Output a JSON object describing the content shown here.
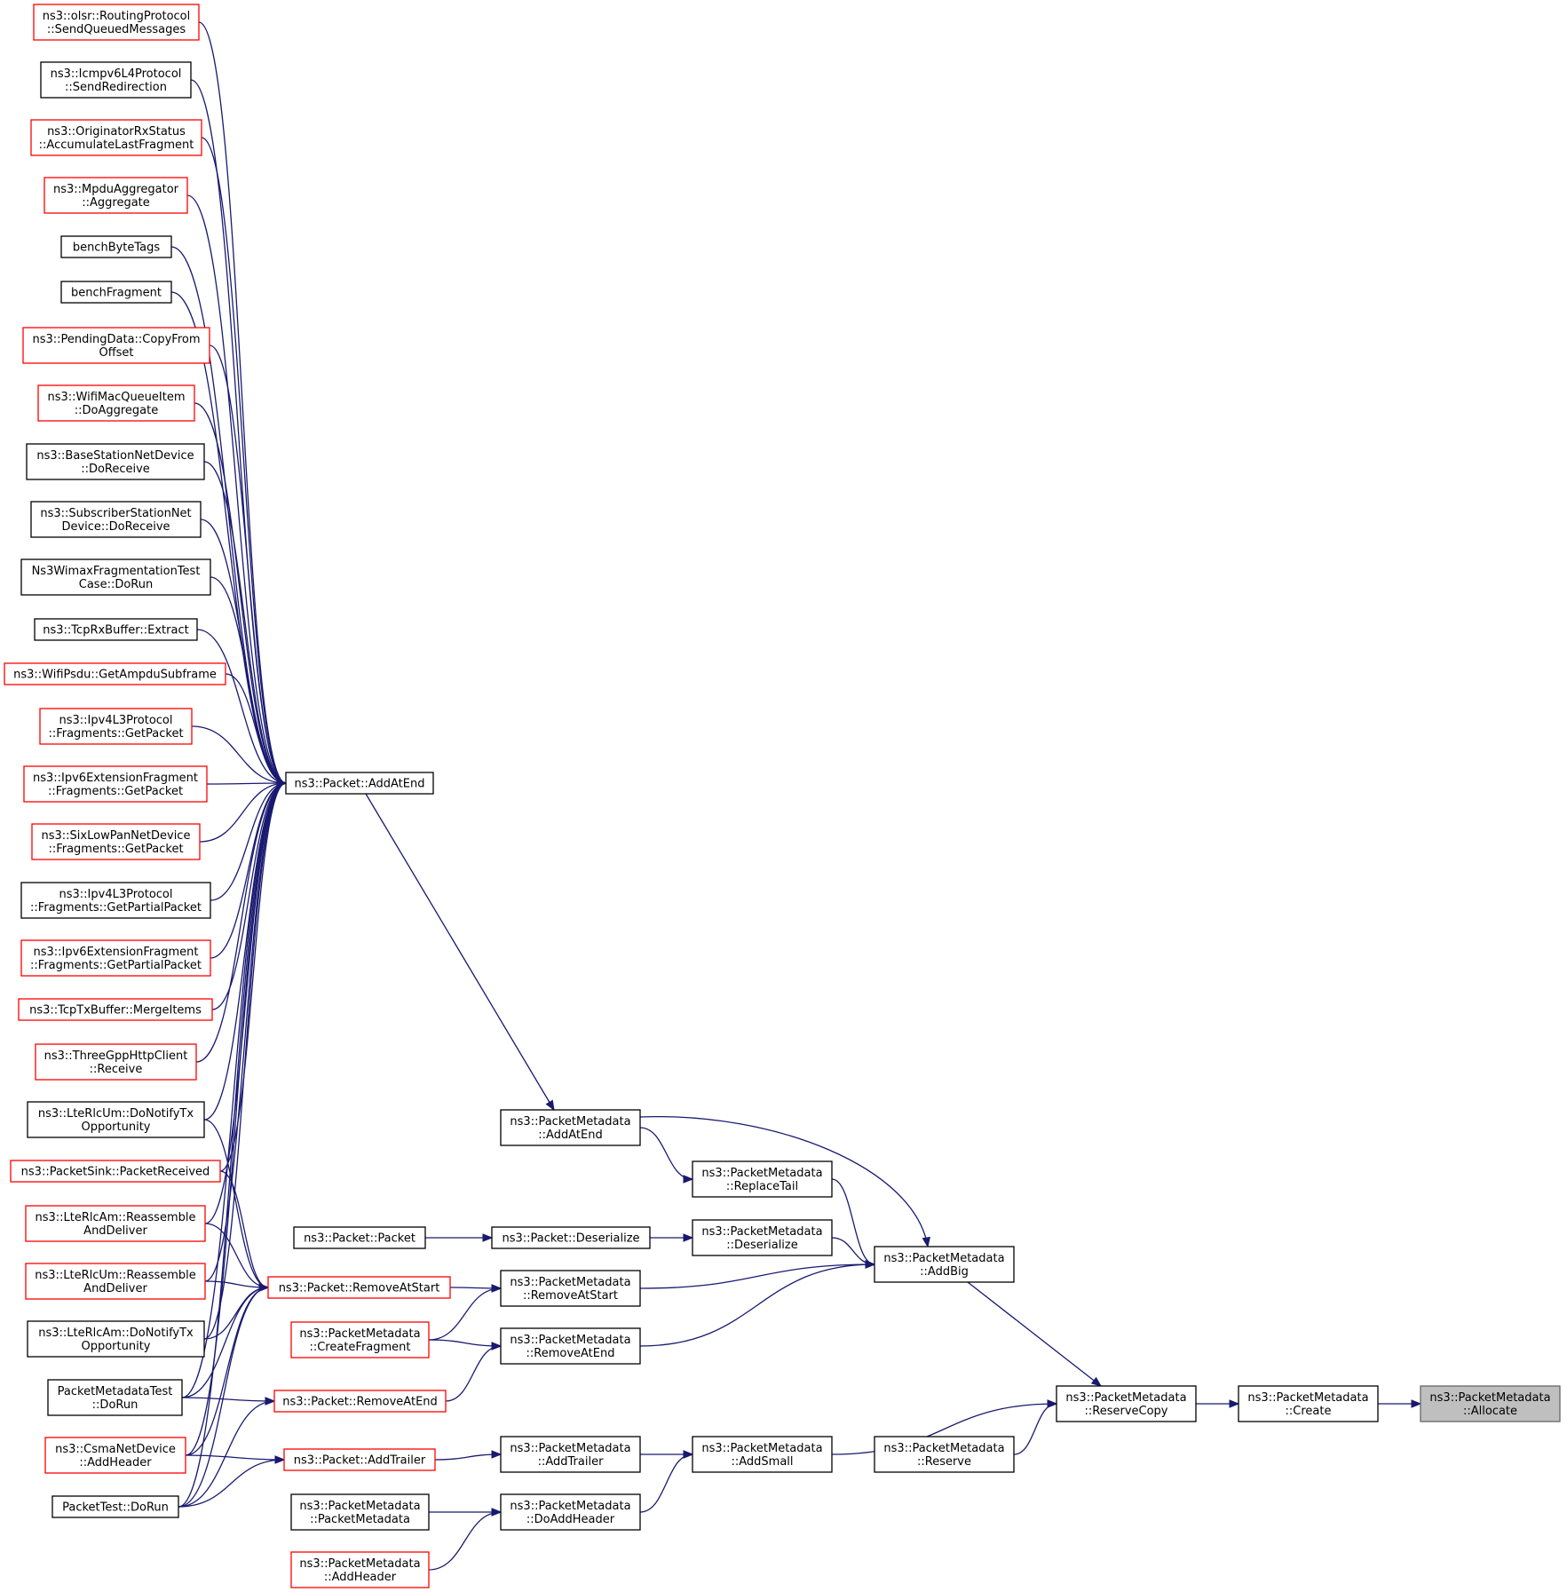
{
  "colors": {
    "edge": "#191970",
    "normal_border": "#000000",
    "truncated_border": "#ff0000",
    "focus_fill": "#bfbfbf"
  },
  "nodes": [
    {
      "id": "olsr",
      "lines": [
        "ns3::olsr::RoutingProtocol",
        "::SendQueuedMessages"
      ],
      "style": "red"
    },
    {
      "id": "icmpv6",
      "lines": [
        "ns3::Icmpv6L4Protocol",
        "::SendRedirection"
      ],
      "style": "black"
    },
    {
      "id": "origrx",
      "lines": [
        "ns3::OriginatorRxStatus",
        "::AccumulateLastFragment"
      ],
      "style": "red"
    },
    {
      "id": "mpdu",
      "lines": [
        "ns3::MpduAggregator",
        "::Aggregate"
      ],
      "style": "red"
    },
    {
      "id": "benchbyte",
      "lines": [
        "benchByteTags"
      ],
      "style": "black"
    },
    {
      "id": "benchfrag",
      "lines": [
        "benchFragment"
      ],
      "style": "black"
    },
    {
      "id": "pending",
      "lines": [
        "ns3::PendingData::CopyFrom",
        "Offset"
      ],
      "style": "red"
    },
    {
      "id": "wifimacq",
      "lines": [
        "ns3::WifiMacQueueItem",
        "::DoAggregate"
      ],
      "style": "red"
    },
    {
      "id": "basestation",
      "lines": [
        "ns3::BaseStationNetDevice",
        "::DoReceive"
      ],
      "style": "black"
    },
    {
      "id": "subscriber",
      "lines": [
        "ns3::SubscriberStationNet",
        "Device::DoReceive"
      ],
      "style": "black"
    },
    {
      "id": "wimaxtest",
      "lines": [
        "Ns3WimaxFragmentationTest",
        "Case::DoRun"
      ],
      "style": "black"
    },
    {
      "id": "tcprx",
      "lines": [
        "ns3::TcpRxBuffer::Extract"
      ],
      "style": "black"
    },
    {
      "id": "wifipsdu",
      "lines": [
        "ns3::WifiPsdu::GetAmpduSubframe"
      ],
      "style": "red"
    },
    {
      "id": "ipv4frag",
      "lines": [
        "ns3::Ipv4L3Protocol",
        "::Fragments::GetPacket"
      ],
      "style": "red"
    },
    {
      "id": "ipv6frag",
      "lines": [
        "ns3::Ipv6ExtensionFragment",
        "::Fragments::GetPacket"
      ],
      "style": "red"
    },
    {
      "id": "sixlow",
      "lines": [
        "ns3::SixLowPanNetDevice",
        "::Fragments::GetPacket"
      ],
      "style": "red"
    },
    {
      "id": "ipv4partial",
      "lines": [
        "ns3::Ipv4L3Protocol",
        "::Fragments::GetPartialPacket"
      ],
      "style": "black"
    },
    {
      "id": "ipv6partial",
      "lines": [
        "ns3::Ipv6ExtensionFragment",
        "::Fragments::GetPartialPacket"
      ],
      "style": "red"
    },
    {
      "id": "tcptx",
      "lines": [
        "ns3::TcpTxBuffer::MergeItems"
      ],
      "style": "red"
    },
    {
      "id": "threegpp",
      "lines": [
        "ns3::ThreeGppHttpClient",
        "::Receive"
      ],
      "style": "red"
    },
    {
      "id": "lteumnotify",
      "lines": [
        "ns3::LteRlcUm::DoNotifyTx",
        "Opportunity"
      ],
      "style": "black"
    },
    {
      "id": "packetsink",
      "lines": [
        "ns3::PacketSink::PacketReceived"
      ],
      "style": "red"
    },
    {
      "id": "lteamreass",
      "lines": [
        "ns3::LteRlcAm::Reassemble",
        "AndDeliver"
      ],
      "style": "red"
    },
    {
      "id": "lteumreass",
      "lines": [
        "ns3::LteRlcUm::Reassemble",
        "AndDeliver"
      ],
      "style": "red"
    },
    {
      "id": "lteamnotify",
      "lines": [
        "ns3::LteRlcAm::DoNotifyTx",
        "Opportunity"
      ],
      "style": "black"
    },
    {
      "id": "pmtest",
      "lines": [
        "PacketMetadataTest",
        "::DoRun"
      ],
      "style": "black"
    },
    {
      "id": "csma",
      "lines": [
        "ns3::CsmaNetDevice",
        "::AddHeader"
      ],
      "style": "red"
    },
    {
      "id": "packettest",
      "lines": [
        "PacketTest::DoRun"
      ],
      "style": "black"
    },
    {
      "id": "addatend",
      "lines": [
        "ns3::Packet::AddAtEnd"
      ],
      "style": "black"
    },
    {
      "id": "packetctor",
      "lines": [
        "ns3::Packet::Packet"
      ],
      "style": "black"
    },
    {
      "id": "removeatstart",
      "lines": [
        "ns3::Packet::RemoveAtStart"
      ],
      "style": "red"
    },
    {
      "id": "createfrag",
      "lines": [
        "ns3::PacketMetadata",
        "::CreateFragment"
      ],
      "style": "red"
    },
    {
      "id": "removeatend",
      "lines": [
        "ns3::Packet::RemoveAtEnd"
      ],
      "style": "red"
    },
    {
      "id": "addtrailer",
      "lines": [
        "ns3::Packet::AddTrailer"
      ],
      "style": "red"
    },
    {
      "id": "pmctor",
      "lines": [
        "ns3::PacketMetadata",
        "::PacketMetadata"
      ],
      "style": "black"
    },
    {
      "id": "pmaddheader",
      "lines": [
        "ns3::PacketMetadata",
        "::AddHeader"
      ],
      "style": "red"
    },
    {
      "id": "deserialize",
      "lines": [
        "ns3::Packet::Deserialize"
      ],
      "style": "black"
    },
    {
      "id": "pmaddatend",
      "lines": [
        "ns3::PacketMetadata",
        "::AddAtEnd"
      ],
      "style": "black"
    },
    {
      "id": "pmremovestart",
      "lines": [
        "ns3::PacketMetadata",
        "::RemoveAtStart"
      ],
      "style": "black"
    },
    {
      "id": "pmremoveend",
      "lines": [
        "ns3::PacketMetadata",
        "::RemoveAtEnd"
      ],
      "style": "black"
    },
    {
      "id": "pmaddtrailer",
      "lines": [
        "ns3::PacketMetadata",
        "::AddTrailer"
      ],
      "style": "black"
    },
    {
      "id": "pmdoaddheader",
      "lines": [
        "ns3::PacketMetadata",
        "::DoAddHeader"
      ],
      "style": "black"
    },
    {
      "id": "pmreplacetail",
      "lines": [
        "ns3::PacketMetadata",
        "::ReplaceTail"
      ],
      "style": "black"
    },
    {
      "id": "pmdeserialize",
      "lines": [
        "ns3::PacketMetadata",
        "::Deserialize"
      ],
      "style": "black"
    },
    {
      "id": "pmaddsmall",
      "lines": [
        "ns3::PacketMetadata",
        "::AddSmall"
      ],
      "style": "black"
    },
    {
      "id": "pmaddbig",
      "lines": [
        "ns3::PacketMetadata",
        "::AddBig"
      ],
      "style": "black"
    },
    {
      "id": "pmreserve",
      "lines": [
        "ns3::PacketMetadata",
        "::Reserve"
      ],
      "style": "black"
    },
    {
      "id": "pmreservecopy",
      "lines": [
        "ns3::PacketMetadata",
        "::ReserveCopy"
      ],
      "style": "black"
    },
    {
      "id": "pmcreate",
      "lines": [
        "ns3::PacketMetadata",
        "::Create"
      ],
      "style": "black"
    },
    {
      "id": "pmallocate",
      "lines": [
        "ns3::PacketMetadata",
        "::Allocate"
      ],
      "style": "focus"
    }
  ],
  "edges": [
    [
      "olsr",
      "addatend"
    ],
    [
      "icmpv6",
      "addatend"
    ],
    [
      "origrx",
      "addatend"
    ],
    [
      "mpdu",
      "addatend"
    ],
    [
      "benchbyte",
      "addatend"
    ],
    [
      "benchfrag",
      "addatend"
    ],
    [
      "pending",
      "addatend"
    ],
    [
      "wifimacq",
      "addatend"
    ],
    [
      "basestation",
      "addatend"
    ],
    [
      "subscriber",
      "addatend"
    ],
    [
      "wimaxtest",
      "addatend"
    ],
    [
      "tcprx",
      "addatend"
    ],
    [
      "wifipsdu",
      "addatend"
    ],
    [
      "ipv4frag",
      "addatend"
    ],
    [
      "ipv6frag",
      "addatend"
    ],
    [
      "sixlow",
      "addatend"
    ],
    [
      "ipv4partial",
      "addatend"
    ],
    [
      "ipv6partial",
      "addatend"
    ],
    [
      "tcptx",
      "addatend"
    ],
    [
      "threegpp",
      "addatend"
    ],
    [
      "lteumnotify",
      "addatend"
    ],
    [
      "packetsink",
      "addatend"
    ],
    [
      "lteamreass",
      "addatend"
    ],
    [
      "lteumreass",
      "addatend"
    ],
    [
      "lteamnotify",
      "addatend"
    ],
    [
      "pmtest",
      "addatend"
    ],
    [
      "csma",
      "addatend"
    ],
    [
      "packettest",
      "addatend"
    ],
    [
      "lteumnotify",
      "removeatstart"
    ],
    [
      "packetsink",
      "removeatstart"
    ],
    [
      "lteamreass",
      "removeatstart"
    ],
    [
      "lteumreass",
      "removeatstart"
    ],
    [
      "lteamnotify",
      "removeatstart"
    ],
    [
      "pmtest",
      "removeatstart"
    ],
    [
      "csma",
      "removeatstart"
    ],
    [
      "packettest",
      "removeatstart"
    ],
    [
      "pmtest",
      "removeatend"
    ],
    [
      "packettest",
      "removeatend"
    ],
    [
      "csma",
      "addtrailer"
    ],
    [
      "packettest",
      "addtrailer"
    ],
    [
      "addatend",
      "pmaddatend"
    ],
    [
      "packetctor",
      "deserialize"
    ],
    [
      "deserialize",
      "pmdeserialize"
    ],
    [
      "removeatstart",
      "pmremovestart"
    ],
    [
      "createfrag",
      "pmremovestart"
    ],
    [
      "createfrag",
      "pmremoveend"
    ],
    [
      "removeatend",
      "pmremoveend"
    ],
    [
      "addtrailer",
      "pmaddtrailer"
    ],
    [
      "pmctor",
      "pmdoaddheader"
    ],
    [
      "pmaddheader",
      "pmdoaddheader"
    ],
    [
      "pmaddatend",
      "pmreplacetail"
    ],
    [
      "pmaddatend",
      "pmaddbig"
    ],
    [
      "pmreplacetail",
      "pmaddbig"
    ],
    [
      "pmdeserialize",
      "pmaddbig"
    ],
    [
      "pmremovestart",
      "pmaddbig"
    ],
    [
      "pmremoveend",
      "pmaddbig"
    ],
    [
      "pmaddtrailer",
      "pmaddsmall"
    ],
    [
      "pmdoaddheader",
      "pmaddsmall"
    ],
    [
      "pmaddbig",
      "pmreservecopy"
    ],
    [
      "pmaddsmall",
      "pmreservecopy"
    ],
    [
      "pmreserve",
      "pmreservecopy"
    ],
    [
      "pmreservecopy",
      "pmcreate"
    ],
    [
      "pmcreate",
      "pmallocate"
    ]
  ]
}
